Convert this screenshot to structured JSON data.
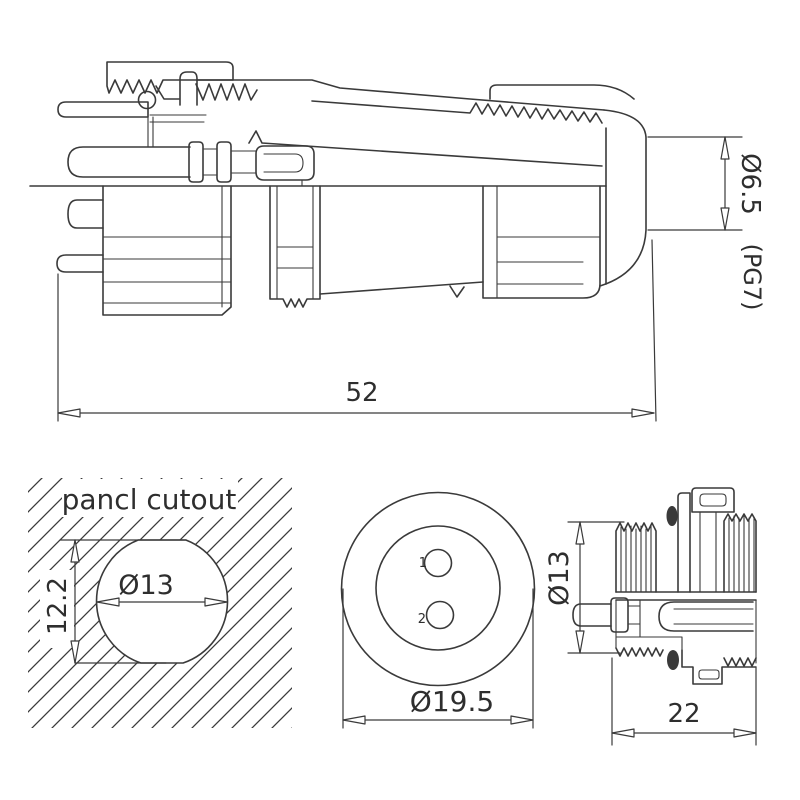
{
  "colors": {
    "line": "#3a3a3a",
    "text": "#2e2e2e",
    "background": "#ffffff"
  },
  "views": {
    "assembly": {
      "length_dim": "52",
      "cable_dia_dim": "Ø6.5",
      "gland_thread": "(PG7)"
    },
    "panel_cutout": {
      "title": "pancl cutout",
      "hole_dia": "Ø13",
      "flat_width": "12.2"
    },
    "front": {
      "pin_1": "1",
      "pin_2": "2",
      "outer_dia": "Ø19.5"
    },
    "receptacle": {
      "thread_dia": "Ø13",
      "length": "22"
    }
  }
}
